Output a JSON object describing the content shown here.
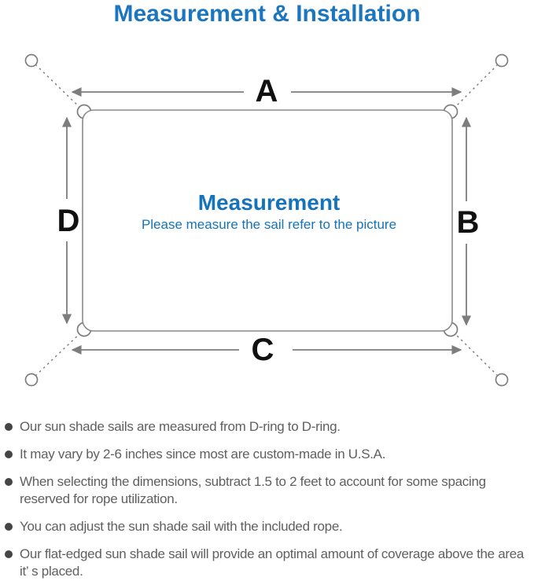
{
  "title": "Measurement & Installation",
  "diagram": {
    "labels": {
      "top": "A",
      "right": "B",
      "bottom": "C",
      "left": "D"
    },
    "center": {
      "heading": "Measurement",
      "caption": "Please measure the sail refer to the picture"
    }
  },
  "notes": [
    "Our sun shade sails are measured from D-ring to D-ring.",
    "It may vary by 2-6 inches since most are custom-made in U.S.A.",
    "When selecting the dimensions, subtract 1.5 to 2 feet to account for some spacing reserved for rope utilization.",
    "You can adjust the sun shade sail with the included rope.",
    "Our flat-edged sun shade sail will provide an optimal amount of coverage above the area it’ s placed."
  ],
  "colors": {
    "title_blue": "#1b76bd",
    "center_blue": "#1573bb",
    "line_gray": "#7d7d7d",
    "label_black": "#111111",
    "note_text_gray": "#5f5f5f",
    "bullet_dot_gray": "#454545"
  }
}
